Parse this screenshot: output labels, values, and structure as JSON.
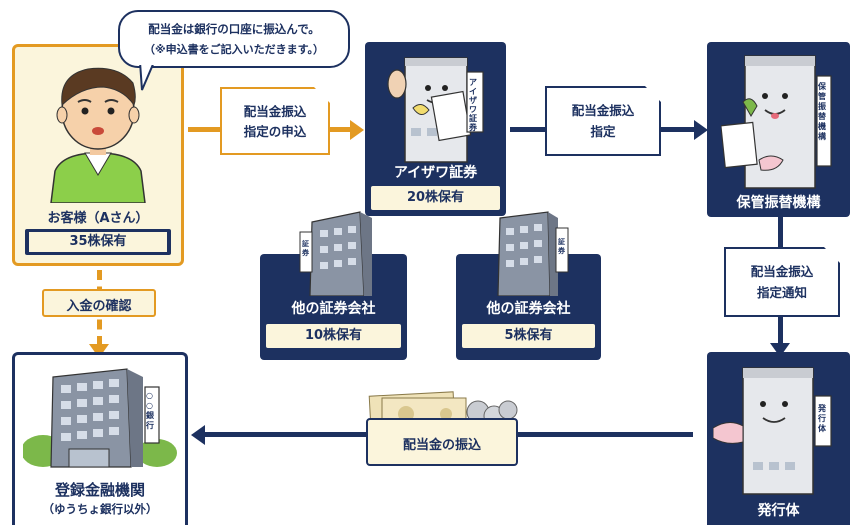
{
  "speech": {
    "line1": "配当金は銀行の口座に振込んで。",
    "line2": "（※申込書をご記入いただきます。）"
  },
  "customer": {
    "name": "お客様（Aさん）",
    "shares": "35株保有"
  },
  "confirm_label": "入金の確認",
  "request_doc": {
    "line1": "配当金振込",
    "line2": "指定の申込"
  },
  "aizawa": {
    "name": "アイザワ証券",
    "shares": "20株保有",
    "sign": "アイザワ証券"
  },
  "designation_doc": {
    "line1": "配当金振込",
    "line2": "指定"
  },
  "jasdec": {
    "name": "保管振替機構",
    "sign": "保管振替機構"
  },
  "other_a": {
    "name": "他の証券会社",
    "shares": "10株保有",
    "sign": "証券"
  },
  "other_b": {
    "name": "他の証券会社",
    "shares": "5株保有",
    "sign": "証券"
  },
  "notice_doc": {
    "line1": "配当金振込",
    "line2": "指定通知"
  },
  "issuer": {
    "name": "発行体",
    "sign": "発行体"
  },
  "payment_label": "配当金の振込",
  "bank": {
    "name": "登録金融機関",
    "sub": "（ゆうちょ銀行以外）",
    "sign": "○○銀行"
  }
}
